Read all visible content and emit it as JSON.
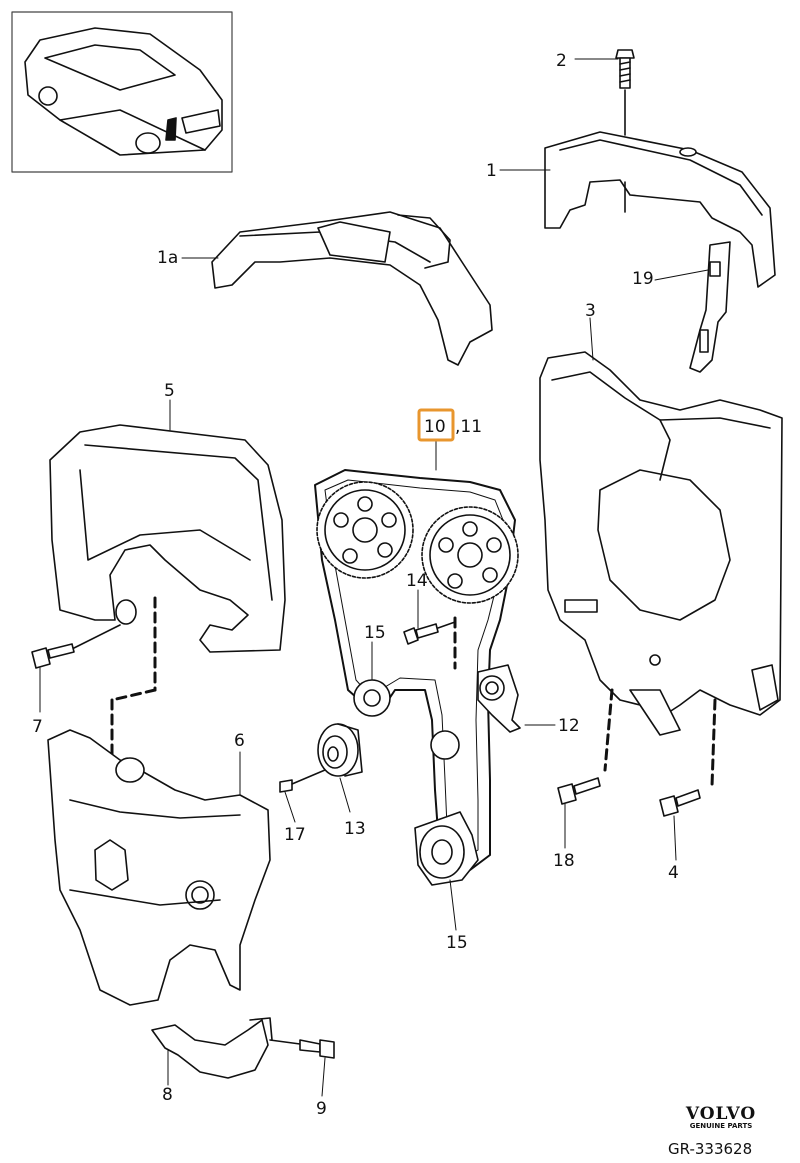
{
  "callouts": {
    "c1": "1",
    "c1a": "1a",
    "c2": "2",
    "c3": "3",
    "c4": "4",
    "c5": "5",
    "c6": "6",
    "c7": "7",
    "c8": "8",
    "c9": "9",
    "c10": "10",
    "c11": ",11",
    "c12": "12",
    "c13": "13",
    "c14": "14",
    "c15a": "15",
    "c15b": "15",
    "c17": "17",
    "c18": "18",
    "c19": "19"
  },
  "brand": {
    "name": "VOLVO",
    "tagline": "GENUINE PARTS"
  },
  "reference": "GR-333628",
  "colors": {
    "line": "#111111",
    "highlight": "#e8962e",
    "fill": "#ffffff"
  }
}
